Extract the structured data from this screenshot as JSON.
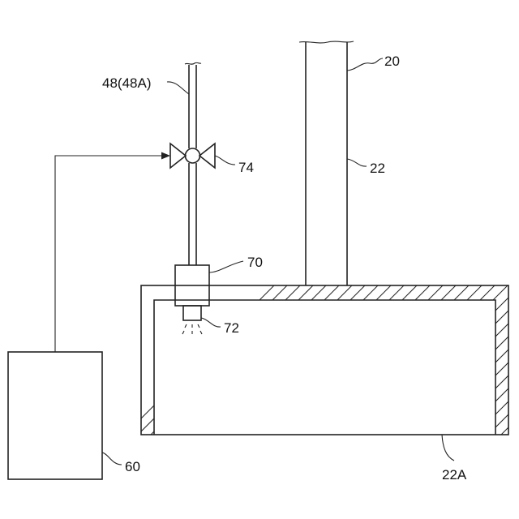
{
  "labels": {
    "ref_20": "20",
    "ref_22": "22",
    "ref_22A": "22A",
    "ref_48": "48(48A)",
    "ref_60": "60",
    "ref_70": "70",
    "ref_72": "72",
    "ref_74": "74"
  },
  "colors": {
    "line": "#222222",
    "background": "#ffffff"
  }
}
